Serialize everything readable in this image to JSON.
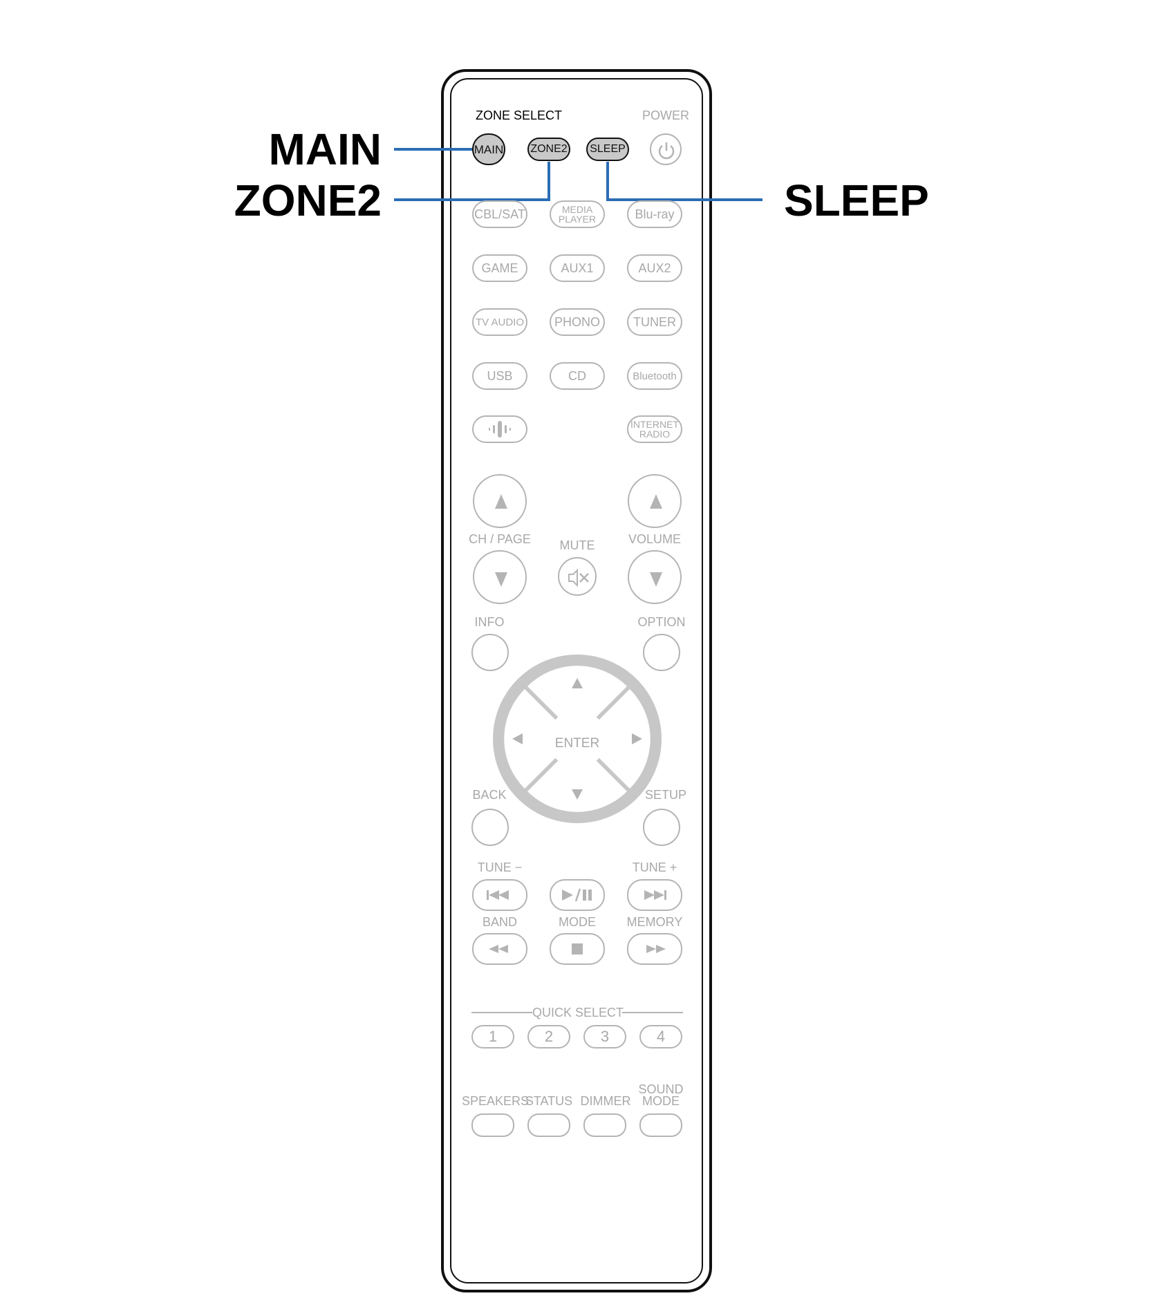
{
  "callouts": {
    "main": "MAIN",
    "zone2": "ZONE2",
    "sleep": "SLEEP"
  },
  "remote": {
    "zone_select_label": "ZONE SELECT",
    "power_label": "POWER",
    "main_btn": "MAIN",
    "zone2_btn": "ZONE2",
    "sleep_btn": "SLEEP",
    "sources": {
      "cbl_sat": "CBL/SAT",
      "media_player": [
        "MEDIA",
        "PLAYER"
      ],
      "bluray": "Blu-ray",
      "game": "GAME",
      "aux1": "AUX1",
      "aux2": "AUX2",
      "tv_audio": "TV AUDIO",
      "phono": "PHONO",
      "tuner": "TUNER",
      "usb": "USB",
      "cd": "CD",
      "bluetooth": "Bluetooth",
      "internet_radio": [
        "INTERNET",
        "RADIO"
      ]
    },
    "ch_page_label": "CH / PAGE",
    "mute_label": "MUTE",
    "volume_label": "VOLUME",
    "info_label": "INFO",
    "option_label": "OPTION",
    "enter_label": "ENTER",
    "back_label": "BACK",
    "setup_label": "SETUP",
    "tune_minus_label": "TUNE −",
    "tune_plus_label": "TUNE +",
    "band_label": "BAND",
    "mode_label": "MODE",
    "memory_label": "MEMORY",
    "quick_select_label": "QUICK SELECT",
    "quick_select_numbers": [
      "1",
      "2",
      "3",
      "4"
    ],
    "speakers_label": "SPEAKERS",
    "status_label": "STATUS",
    "dimmer_label": "DIMMER",
    "sound_mode_label": [
      "SOUND",
      "MODE"
    ]
  },
  "colors": {
    "callout_line": "#2a6db5",
    "inactive": "#b4b4b4",
    "selected_fill": "#c9c9c9"
  }
}
